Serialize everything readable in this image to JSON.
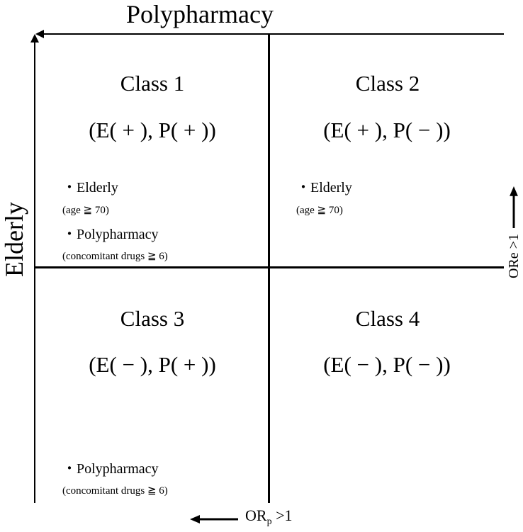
{
  "axes": {
    "top_label": "Polypharmacy",
    "left_label": "Elderly",
    "right_indicator": "ORe >1",
    "bottom_indicator_main": "OR",
    "bottom_indicator_sub": "p",
    "bottom_indicator_rest": " >1"
  },
  "quadrants": [
    {
      "title": "Class 1",
      "code": "(E( + ), P( + ))",
      "items": [
        {
          "label": "・Elderly",
          "detail": "(age ≧ 70)"
        },
        {
          "label": "・Polypharmacy",
          "detail": "(concomitant drugs ≧ 6)"
        }
      ]
    },
    {
      "title": "Class 2",
      "code": "(E( + ), P( − ))",
      "items": [
        {
          "label": "・Elderly",
          "detail": "(age ≧ 70)"
        }
      ]
    },
    {
      "title": "Class 3",
      "code": "(E( − ), P( + ))",
      "items": [
        {
          "label": "・Polypharmacy",
          "detail": "(concomitant drugs ≧ 6)"
        }
      ]
    },
    {
      "title": "Class 4",
      "code": "(E( − ), P( − ))",
      "items": []
    }
  ],
  "colors": {
    "line": "#000000",
    "background": "#ffffff"
  }
}
